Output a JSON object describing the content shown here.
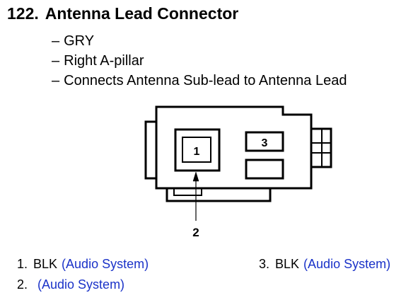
{
  "connector": {
    "number": "122.",
    "name": "Antenna Lead Connector",
    "details": [
      "GRY",
      "Right A-pillar",
      "Connects Antenna Sub-lead to Antenna Lead"
    ],
    "dash": "–"
  },
  "diagram": {
    "terminal_labels": [
      "1",
      "3"
    ],
    "callout_label": "2"
  },
  "pins": [
    {
      "number": "1.",
      "wire": "BLK",
      "link": "(Audio System)"
    },
    {
      "number": "2.",
      "wire": "",
      "link": "(Audio System)"
    },
    {
      "number": "3.",
      "wire": "BLK",
      "link": "(Audio System)"
    }
  ],
  "colors": {
    "link": "#1a32c8",
    "stroke": "#000000"
  }
}
